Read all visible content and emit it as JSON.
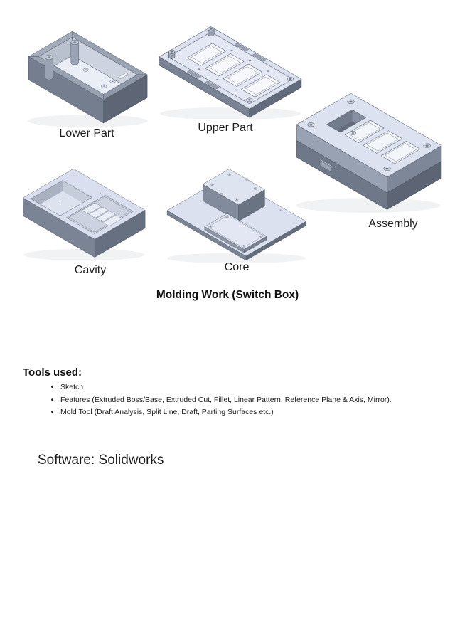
{
  "document": {
    "title": "Molding Work (Switch Box)",
    "figures": [
      {
        "label": "Lower Part"
      },
      {
        "label": "Upper Part"
      },
      {
        "label": "Assembly"
      },
      {
        "label": "Cavity"
      },
      {
        "label": "Core"
      }
    ],
    "tools": {
      "heading": "Tools used:",
      "bullet_char": "•",
      "items": [
        "Sketch",
        "Features (Extruded Boss/Base, Extruded Cut, Fillet, Linear Pattern, Reference Plane & Axis, Mirror).",
        "Mold Tool (Draft Analysis, Split Line, Draft, Parting Surfaces etc.)"
      ]
    },
    "software": "Software: Solidworks",
    "colors": {
      "part_top": "#dde2f0",
      "part_side_light": "#757e8f",
      "part_side_dark": "#5e6676",
      "interior_light": "#e9eef7",
      "edge": "#4b5260",
      "text": "#1a1a1a",
      "background": "#ffffff"
    }
  }
}
